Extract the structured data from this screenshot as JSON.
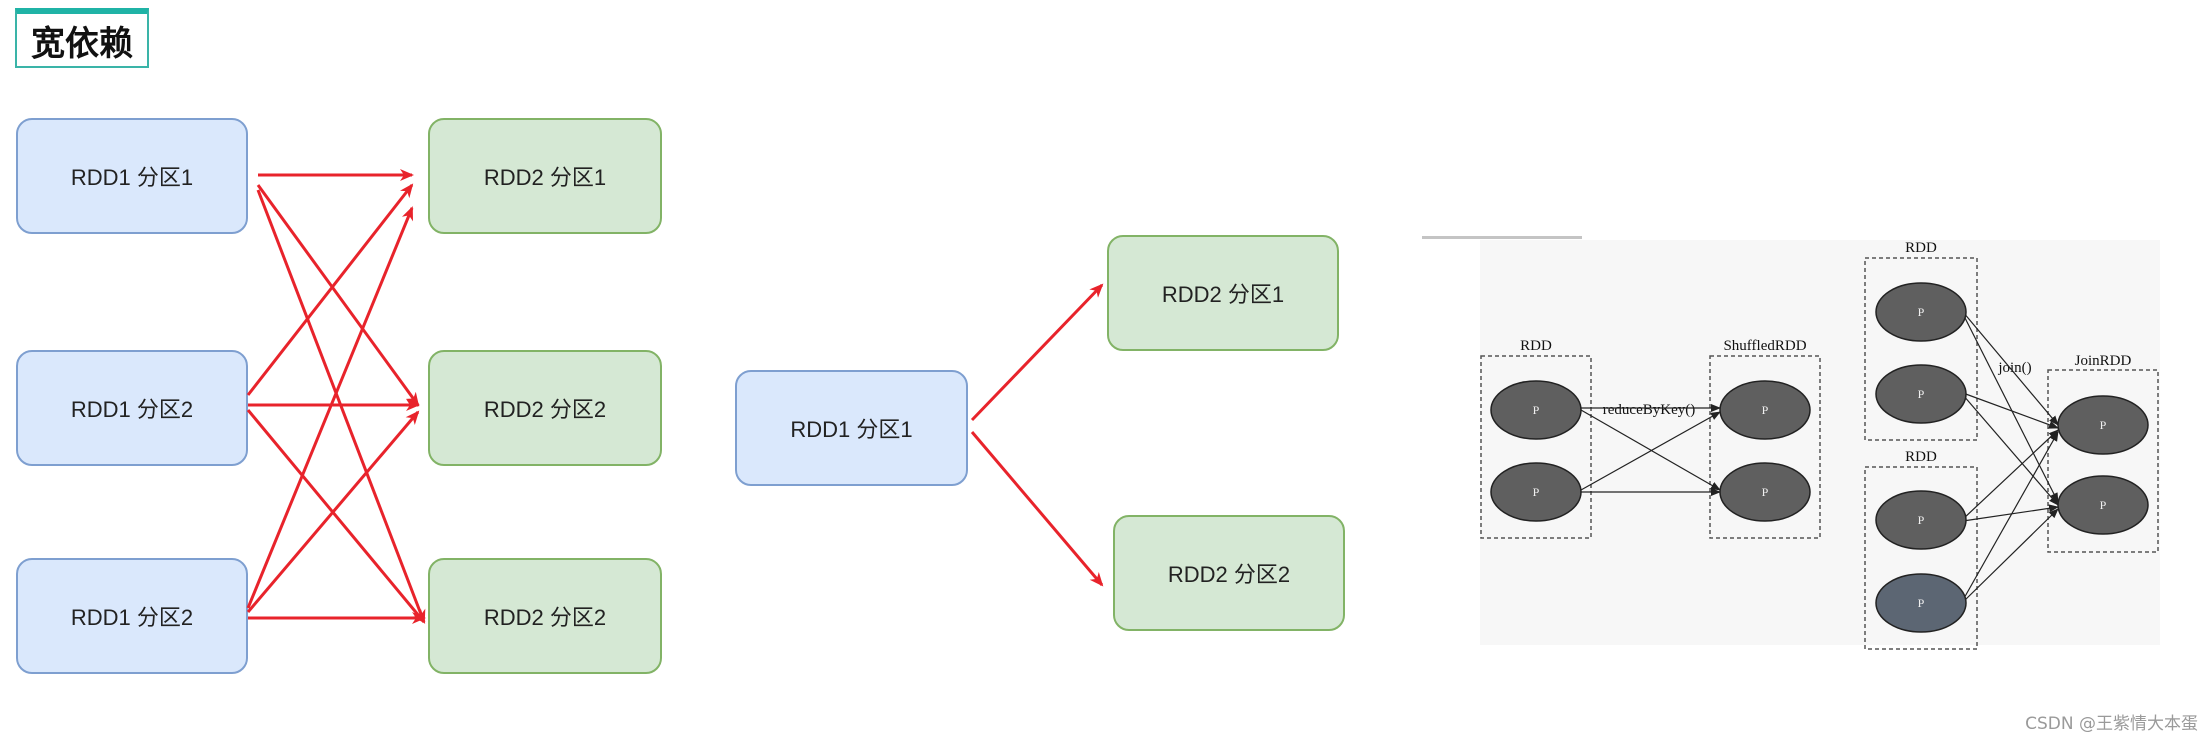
{
  "heading": "宽依赖",
  "left_diagram": {
    "parents": [
      "RDD1 分区1",
      "RDD1 分区2",
      "RDD1 分区2"
    ],
    "children": [
      "RDD2 分区1",
      "RDD2 分区2",
      "RDD2 分区2"
    ],
    "edge_color": "#e8232b"
  },
  "middle_diagram": {
    "parent": "RDD1 分区1",
    "children": [
      "RDD2 分区1",
      "RDD2 分区2"
    ]
  },
  "right_diagram": {
    "rdd_label": "RDD",
    "shuffled_label": "ShuffledRDD",
    "operation_reduce": "reduceByKey()",
    "rdd_top_label": "RDD",
    "rdd_bottom_label": "RDD",
    "join_label": "join()",
    "joinrdd_label": "JoinRDD",
    "partition_label": "P"
  },
  "watermark": "CSDN @王紫情大本蛋"
}
